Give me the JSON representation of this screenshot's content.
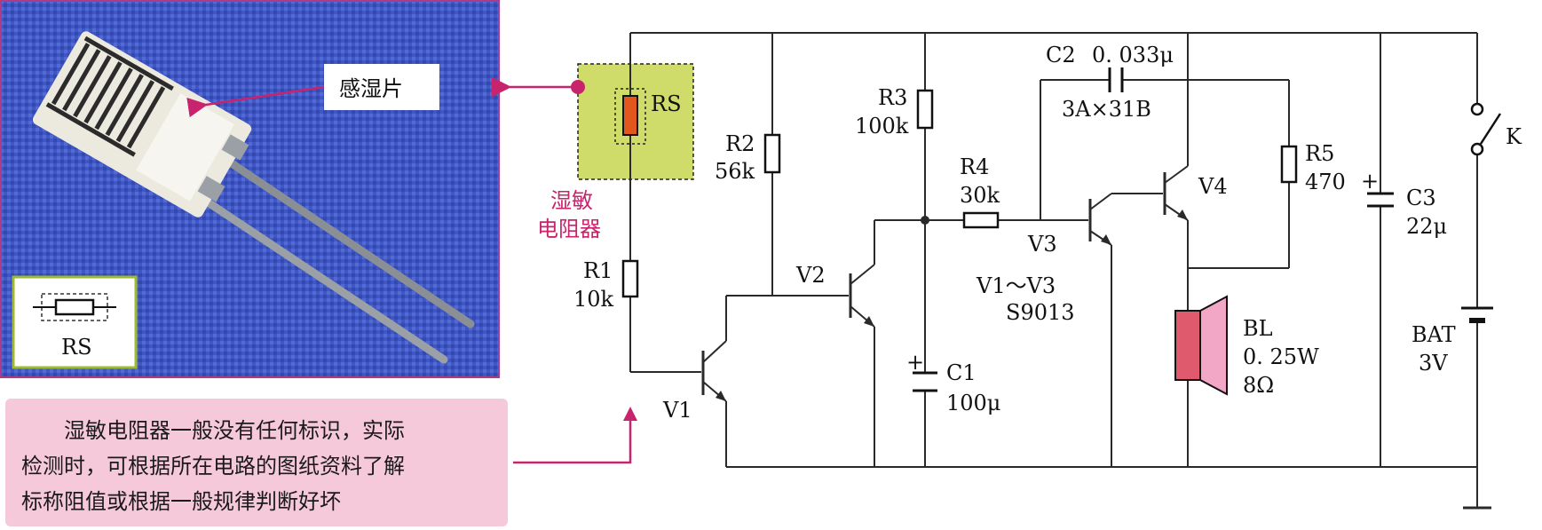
{
  "photo": {
    "callout_label": "感湿片",
    "inset_symbol_label": "RS"
  },
  "sensor_highlight": {
    "label": "RS",
    "caption_line1": "湿敏",
    "caption_line2": "电阻器"
  },
  "note": {
    "line1": "湿敏电阻器一般没有任何标识，实际",
    "line2": "检测时，可根据所在电路的图纸资料了解",
    "line3": "标称阻值或根据一般规律判断好坏"
  },
  "components": {
    "R1": {
      "name": "R1",
      "value": "10k"
    },
    "R2": {
      "name": "R2",
      "value": "56k"
    },
    "R3": {
      "name": "R3",
      "value": "100k"
    },
    "R4": {
      "name": "R4",
      "value": "30k"
    },
    "R5": {
      "name": "R5",
      "value": "470"
    },
    "C1": {
      "name": "C1",
      "value": "100μ",
      "polarity": "+"
    },
    "C2": {
      "name": "C2",
      "value": "0. 033μ",
      "type": "3A×31B"
    },
    "C3": {
      "name": "C3",
      "value": "22μ",
      "polarity": "+"
    },
    "V1": {
      "name": "V1"
    },
    "V2": {
      "name": "V2"
    },
    "V3": {
      "name": "V3"
    },
    "V4": {
      "name": "V4"
    },
    "transistors_note": {
      "range": "V1～V3",
      "part": "S9013"
    },
    "BL": {
      "name": "BL",
      "power": "0. 25W",
      "impedance": "8Ω"
    },
    "BAT": {
      "name": "BAT",
      "voltage": "3V"
    },
    "K": {
      "name": "K"
    }
  },
  "colors": {
    "wire": "#2a2a2a",
    "highlight_fill": "#cfdc6a",
    "rs_body": "#e2571e",
    "arrow": "#c8236d",
    "caption": "#c8236d",
    "note_bg": "#f6c9da",
    "photo_frame": "#b03a86",
    "speaker_body": "#e05a6e",
    "speaker_cone": "#f2a7c6"
  }
}
